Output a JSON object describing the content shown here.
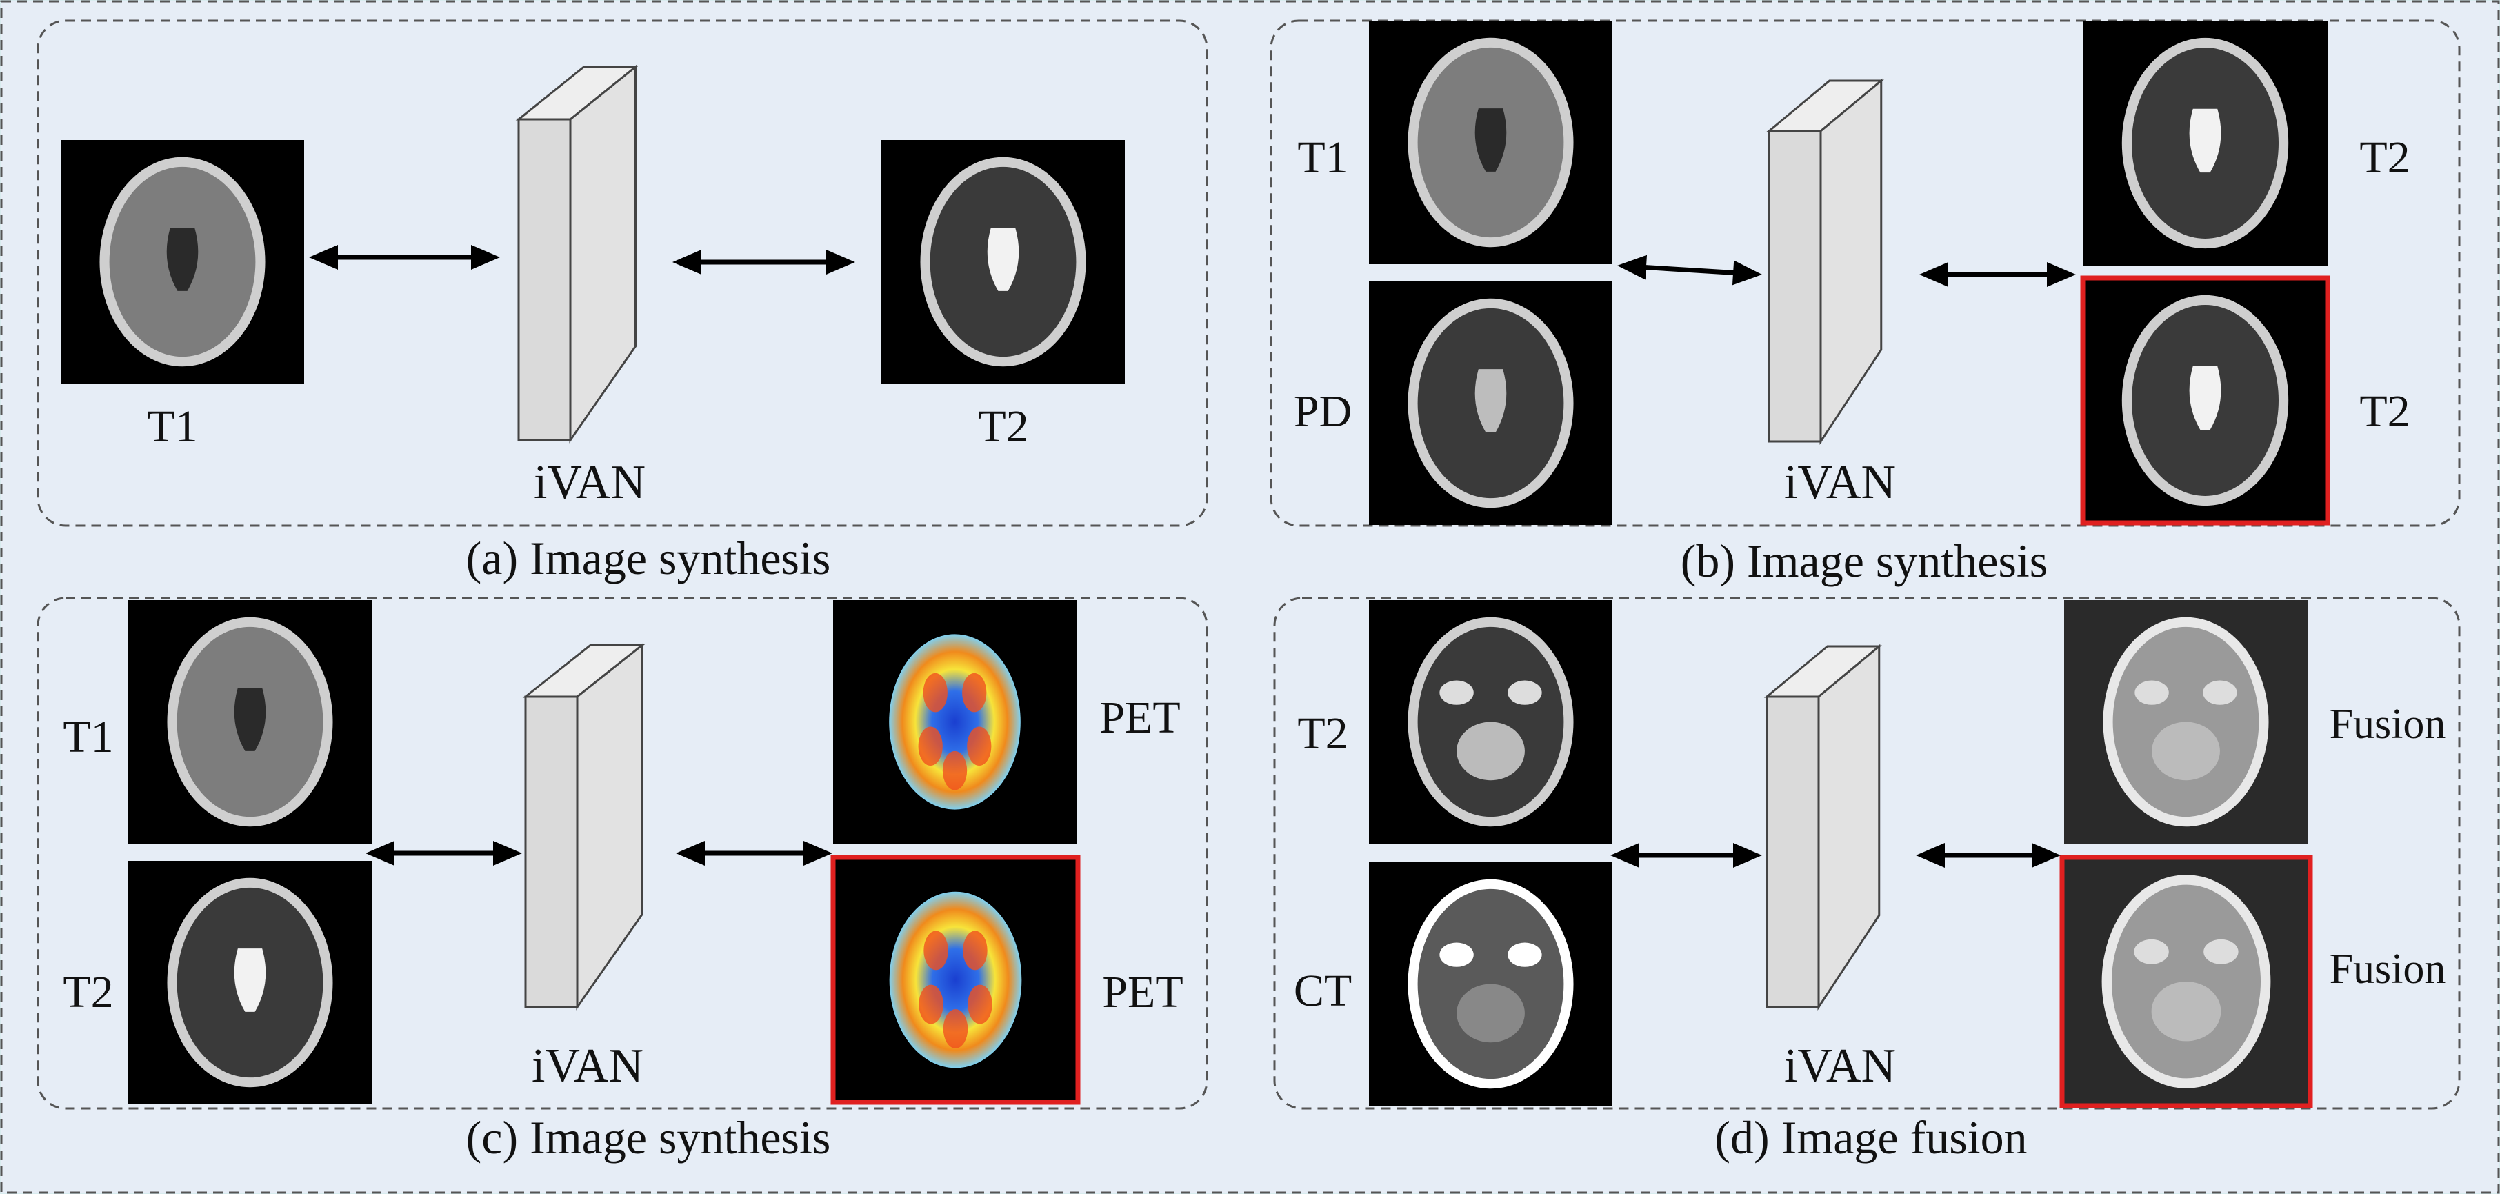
{
  "colors": {
    "background": "#d8ecef",
    "panel_fill": "#e6edf6",
    "panel_border": "#555555",
    "block_front": "#dadada",
    "block_side": "#eeeeee",
    "block_edge": "#444444",
    "arrow": "#000000",
    "highlight_border": "#e02020"
  },
  "panels": [
    {
      "caption": "(a) Image synthesis",
      "network_label": "iVAN",
      "inputs": [
        {
          "label": "T1",
          "image": "brain-mri-t1"
        }
      ],
      "outputs": [
        {
          "label": "T2",
          "image": "brain-mri-t2",
          "highlighted": false
        }
      ]
    },
    {
      "caption": "(b) Image synthesis",
      "network_label": "iVAN",
      "inputs": [
        {
          "label": "T1",
          "image": "brain-mri-t1"
        },
        {
          "label": "PD",
          "image": "brain-mri-pd"
        }
      ],
      "outputs": [
        {
          "label": "T2",
          "image": "brain-mri-t2",
          "highlighted": false
        },
        {
          "label": "T2",
          "image": "brain-mri-t2",
          "highlighted": true
        }
      ]
    },
    {
      "caption": "(c) Image synthesis",
      "network_label": "iVAN",
      "inputs": [
        {
          "label": "T1",
          "image": "brain-mri-t1"
        },
        {
          "label": "T2",
          "image": "brain-mri-t2"
        }
      ],
      "outputs": [
        {
          "label": "PET",
          "image": "brain-pet",
          "highlighted": false
        },
        {
          "label": "PET",
          "image": "brain-pet",
          "highlighted": true
        }
      ]
    },
    {
      "caption": "(d) Image fusion",
      "network_label": "iVAN",
      "inputs": [
        {
          "label": "T2",
          "image": "head-mri-t2-axial-skull-base"
        },
        {
          "label": "CT",
          "image": "head-ct-axial-skull-base"
        }
      ],
      "outputs": [
        {
          "label": "Fusion",
          "image": "head-fused-image",
          "highlighted": false
        },
        {
          "label": "Fusion",
          "image": "head-fused-image",
          "highlighted": true
        }
      ]
    }
  ]
}
